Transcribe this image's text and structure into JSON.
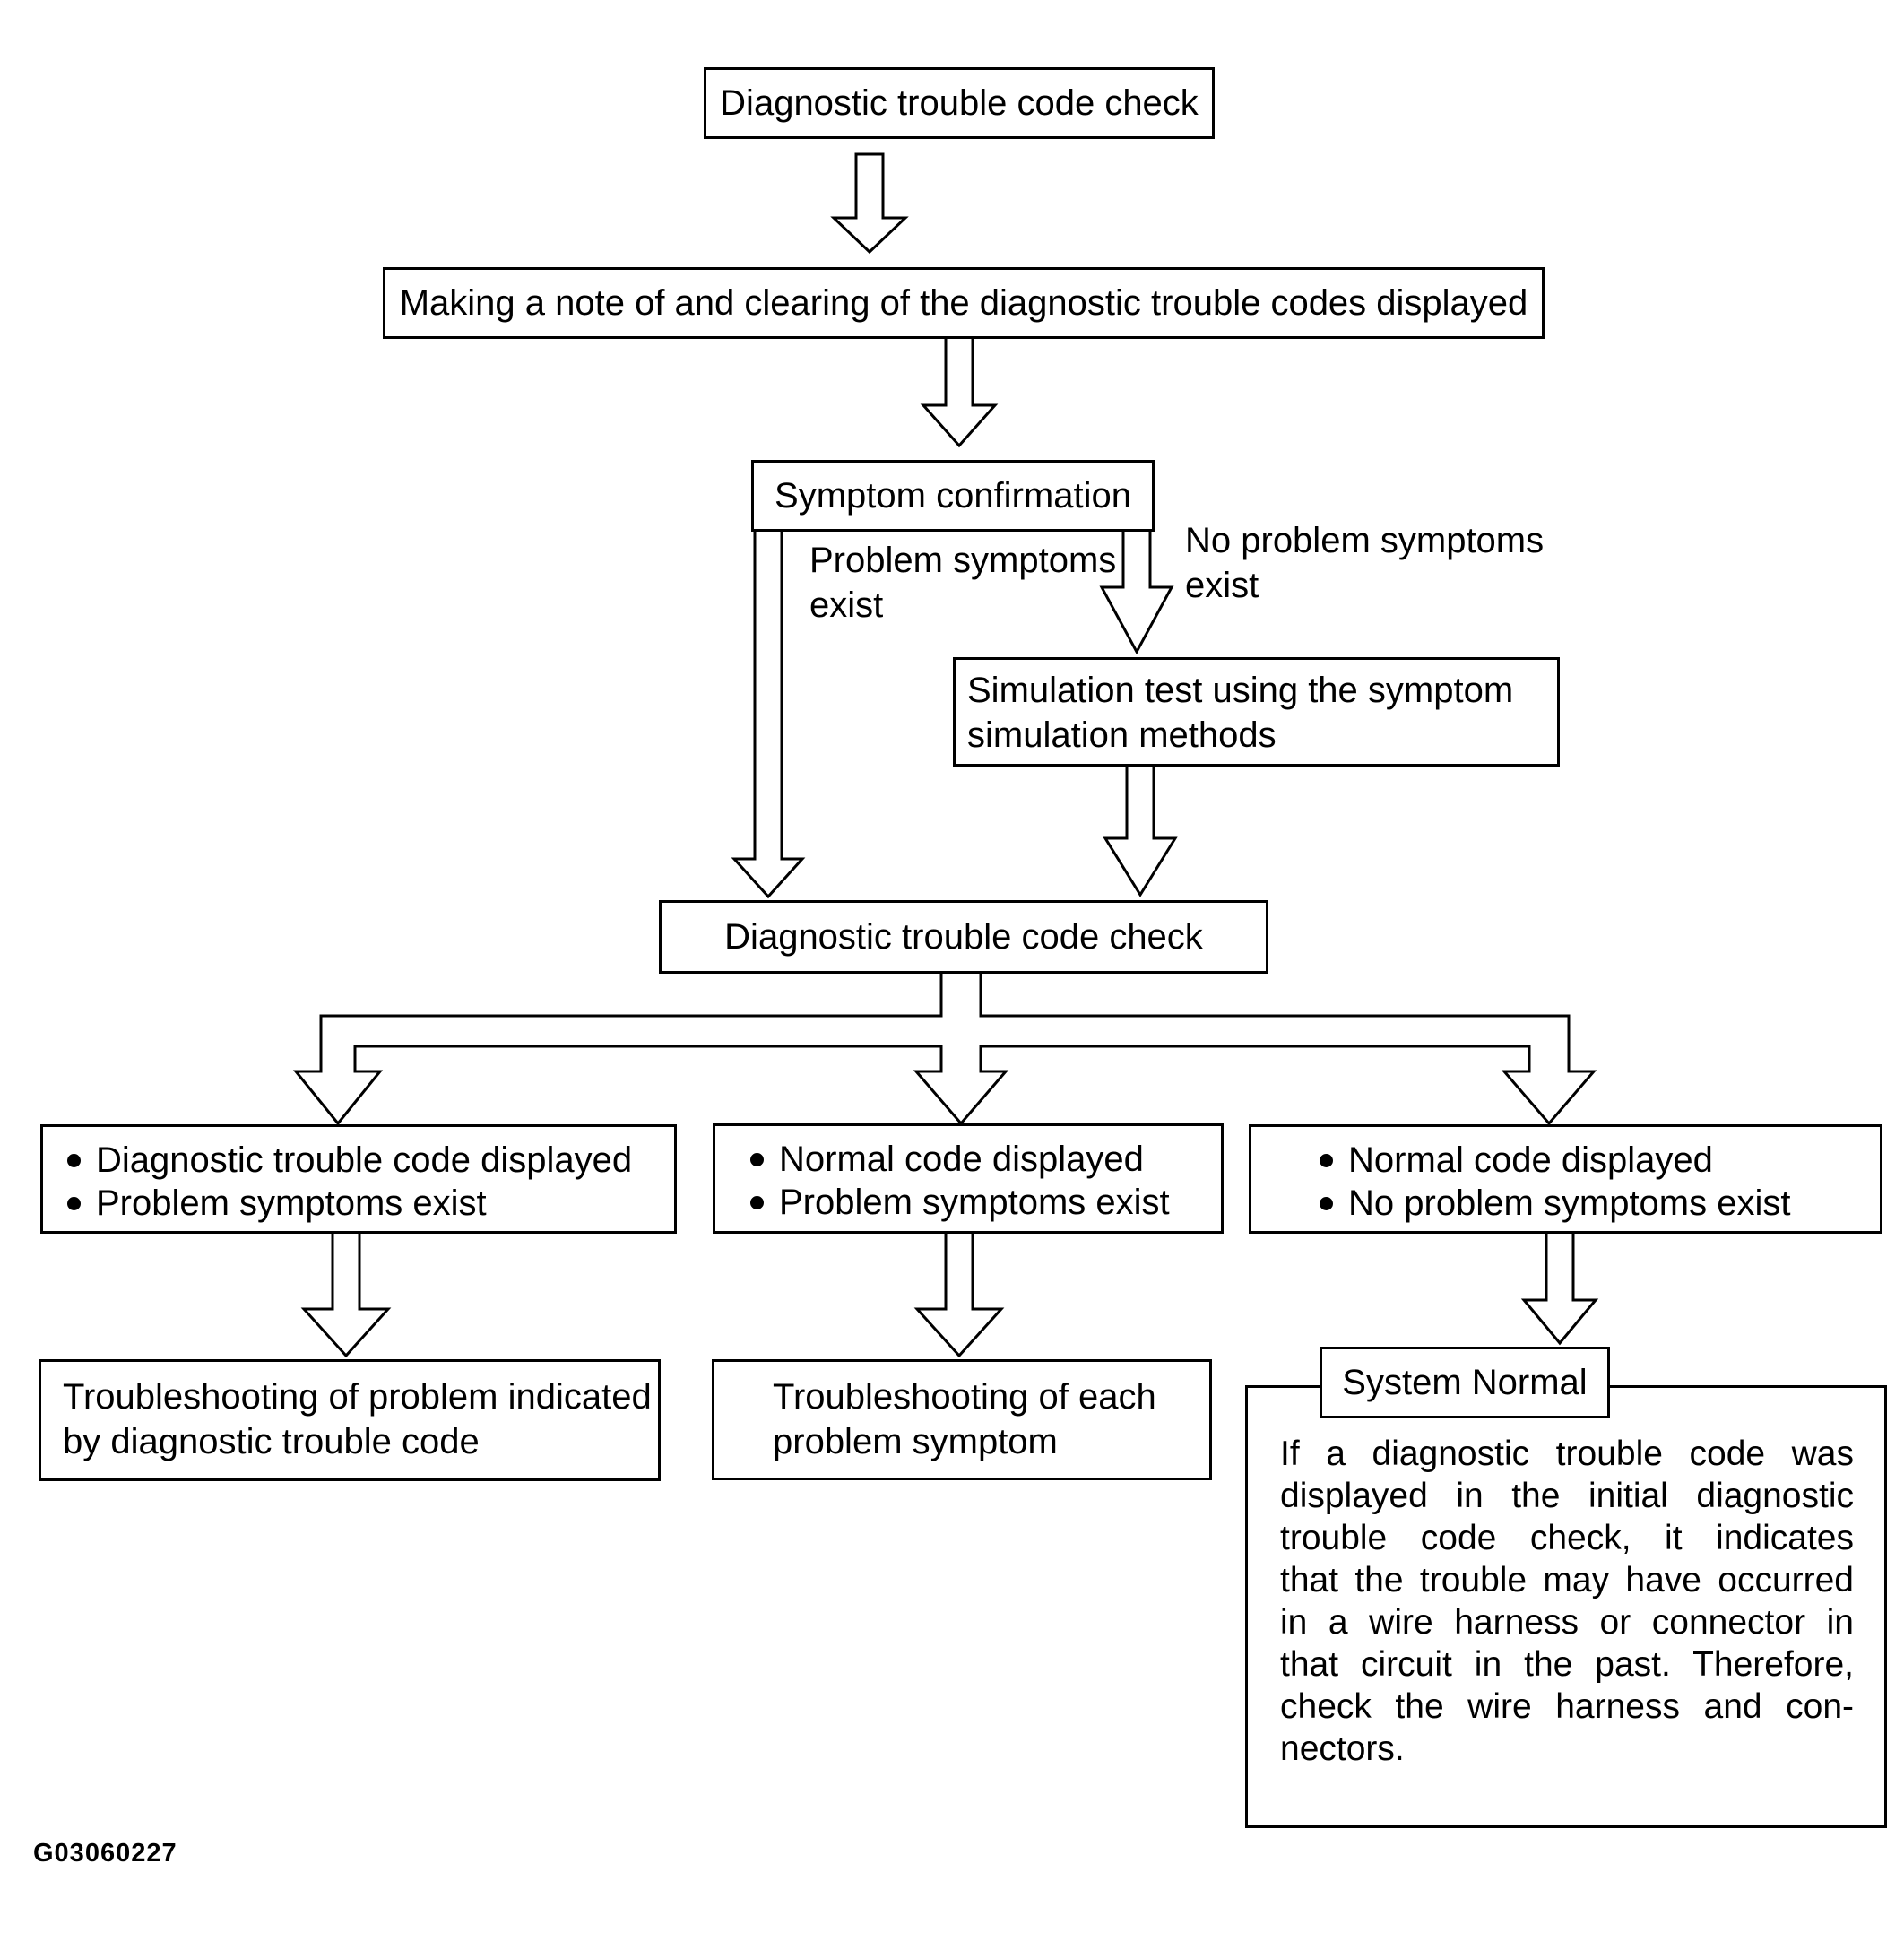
{
  "diagram": {
    "type": "flowchart",
    "colors": {
      "line": "#000000",
      "background": "#ffffff"
    },
    "nodes": {
      "dtc_check_1": {
        "label": "Diagnostic trouble code check"
      },
      "note_and_clear": {
        "label": "Making a note of and clearing of the diagnostic trouble codes displayed"
      },
      "symptom_confirmation": {
        "label": "Symptom confirmation"
      },
      "simulation_test": {
        "lines": [
          "Simulation test using the symptom",
          "simulation methods"
        ]
      },
      "dtc_check_2": {
        "label": "Diagnostic trouble code check"
      },
      "result_left": {
        "bullets": [
          "Diagnostic trouble code displayed",
          "Problem symptoms exist"
        ]
      },
      "result_middle": {
        "bullets": [
          "Normal code displayed",
          "Problem symptoms exist"
        ]
      },
      "result_right": {
        "bullets": [
          "Normal code displayed",
          "No problem symptoms exist"
        ]
      },
      "troubleshoot_dtc": {
        "lines": [
          "Troubleshooting of problem indicated",
          "by diagnostic trouble code"
        ]
      },
      "troubleshoot_symptom": {
        "lines": [
          "Troubleshooting of each",
          "problem symptom"
        ]
      },
      "system_normal": {
        "label": "System Normal",
        "paragraph": [
          "If a diagnostic trouble code was",
          "displayed in the initial diagnostic",
          "trouble code check, it indicates",
          "that the trouble may have occurred",
          "in a wire harness or connector in",
          "that circuit in the past. Therefore,",
          "check the wire harness and con-",
          "nectors."
        ]
      }
    },
    "edge_labels": {
      "problem_exists": [
        "Problem symptoms",
        "exist"
      ],
      "no_problem_exists": [
        "No problem symptoms",
        "exist"
      ]
    },
    "footer": "G03060227"
  }
}
